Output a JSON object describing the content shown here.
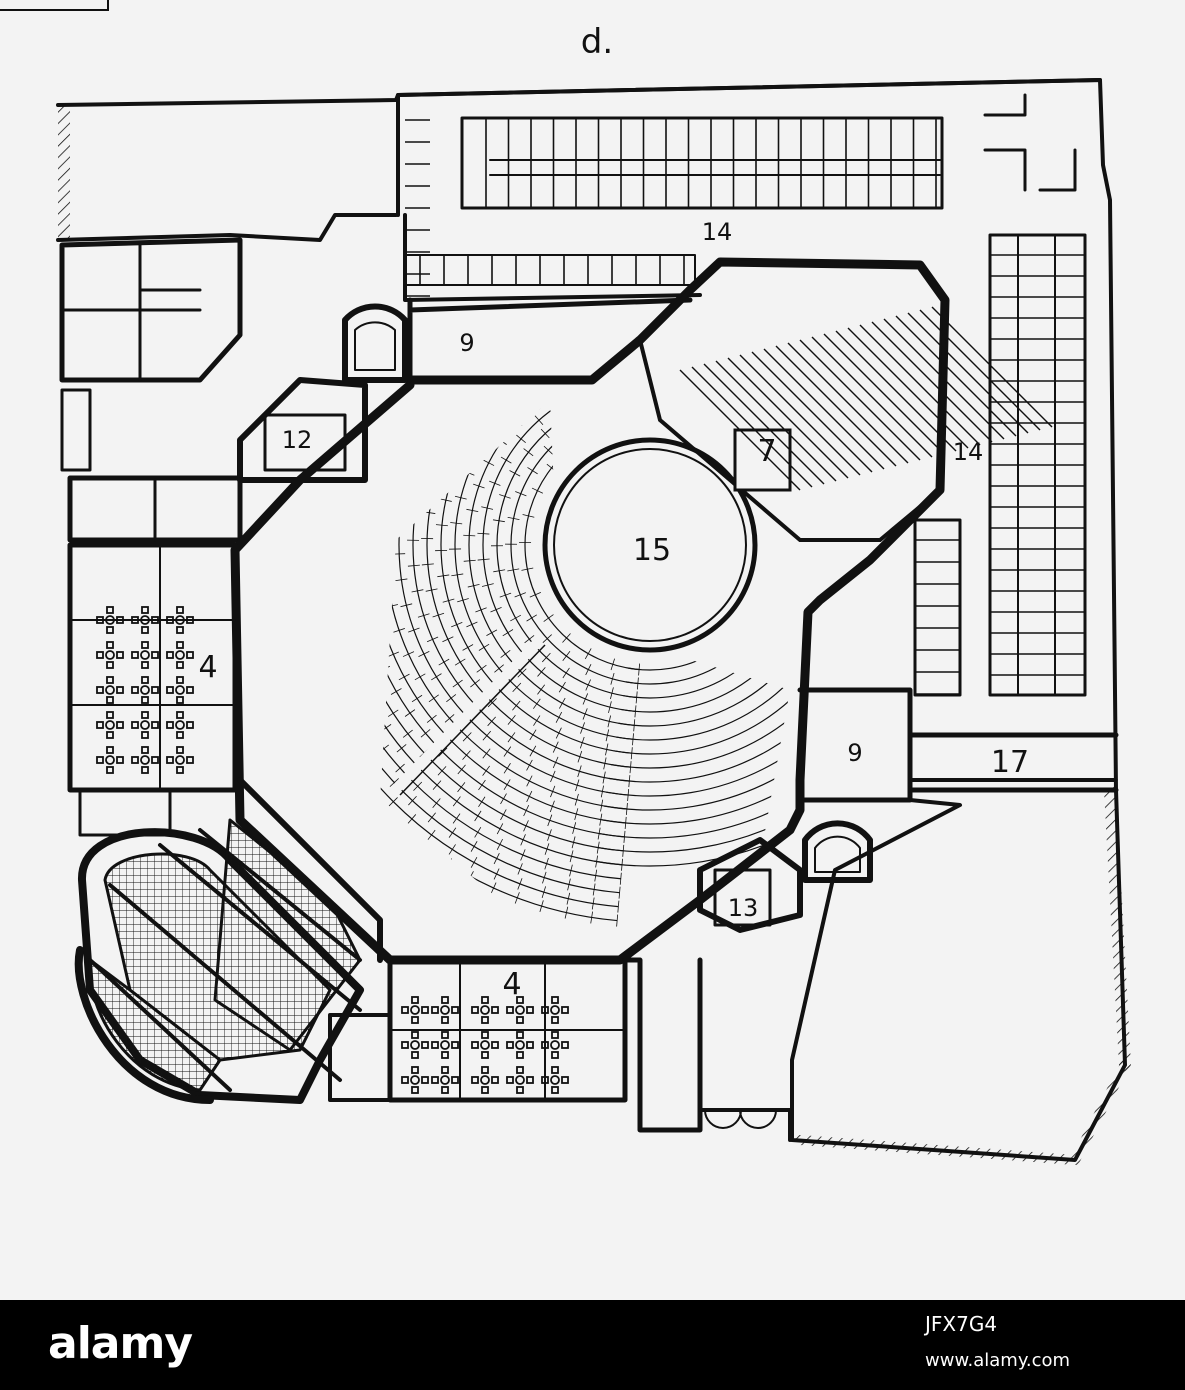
{
  "figure": {
    "caption": "d.",
    "rooms": {
      "r14_top": "14",
      "r14_right": "14",
      "r9_top": "9",
      "r9_right": "9",
      "r12": "12",
      "r13": "13",
      "r7": "7",
      "r15": "15",
      "r4_left": "4",
      "r4_bottom": "4",
      "r17": "17"
    }
  },
  "footer": {
    "brand": "alamy",
    "image_id": "JFX7G4",
    "url": "www.alamy.com"
  },
  "colors": {
    "background": "#f3f3f3",
    "ink": "#111111",
    "footer_bg": "#000000",
    "footer_text": "#ffffff"
  }
}
